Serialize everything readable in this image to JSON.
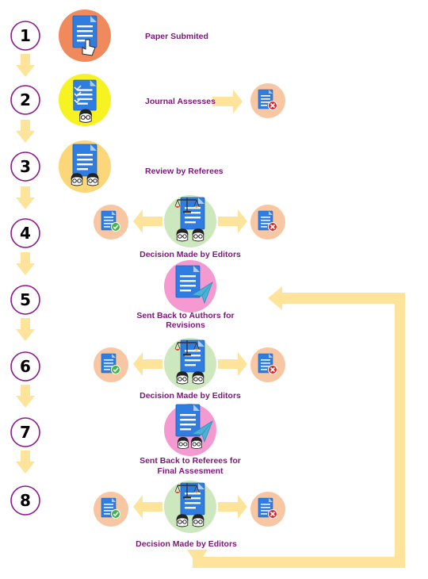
{
  "steps": [
    {
      "number": "1",
      "label": [
        "Paper Submited"
      ]
    },
    {
      "number": "2",
      "label": [
        "Journal Assesses"
      ]
    },
    {
      "number": "3",
      "label": [
        "Review by Referees"
      ]
    },
    {
      "number": "4",
      "label": [
        "Decision Made by Editors"
      ]
    },
    {
      "number": "5",
      "label": [
        "Sent Back to Authors for",
        "Revisions"
      ]
    },
    {
      "number": "6",
      "label": [
        "Decision Made by Editors"
      ]
    },
    {
      "number": "7",
      "label": [
        "Sent Back to Referees for",
        "Final Assesment"
      ]
    },
    {
      "number": "8",
      "label": [
        "Decision Made by Editors"
      ]
    }
  ],
  "colors": {
    "label_text": "#7a1878",
    "number_ring": "#8b1a8b",
    "arrow": "#fde49a",
    "doc_blue": "#2f7de1",
    "orange_circle": "#f08a5d",
    "yellow_circle": "#f7f323",
    "gold_circle": "#fbd77a",
    "green_circle": "#cde8bf",
    "pink_circle": "#f49ad1",
    "peach_circle": "#f7c6a3",
    "reject_badge": "#d6282f",
    "accept_badge": "#3db54a"
  },
  "icons": [
    "document-hand-icon",
    "checklist-reviewer-icon",
    "document-referees-icon",
    "scales-document-editors-icon",
    "document-send-icon",
    "document-send-referees-icon",
    "accepted-document-icon",
    "rejected-document-icon"
  ]
}
